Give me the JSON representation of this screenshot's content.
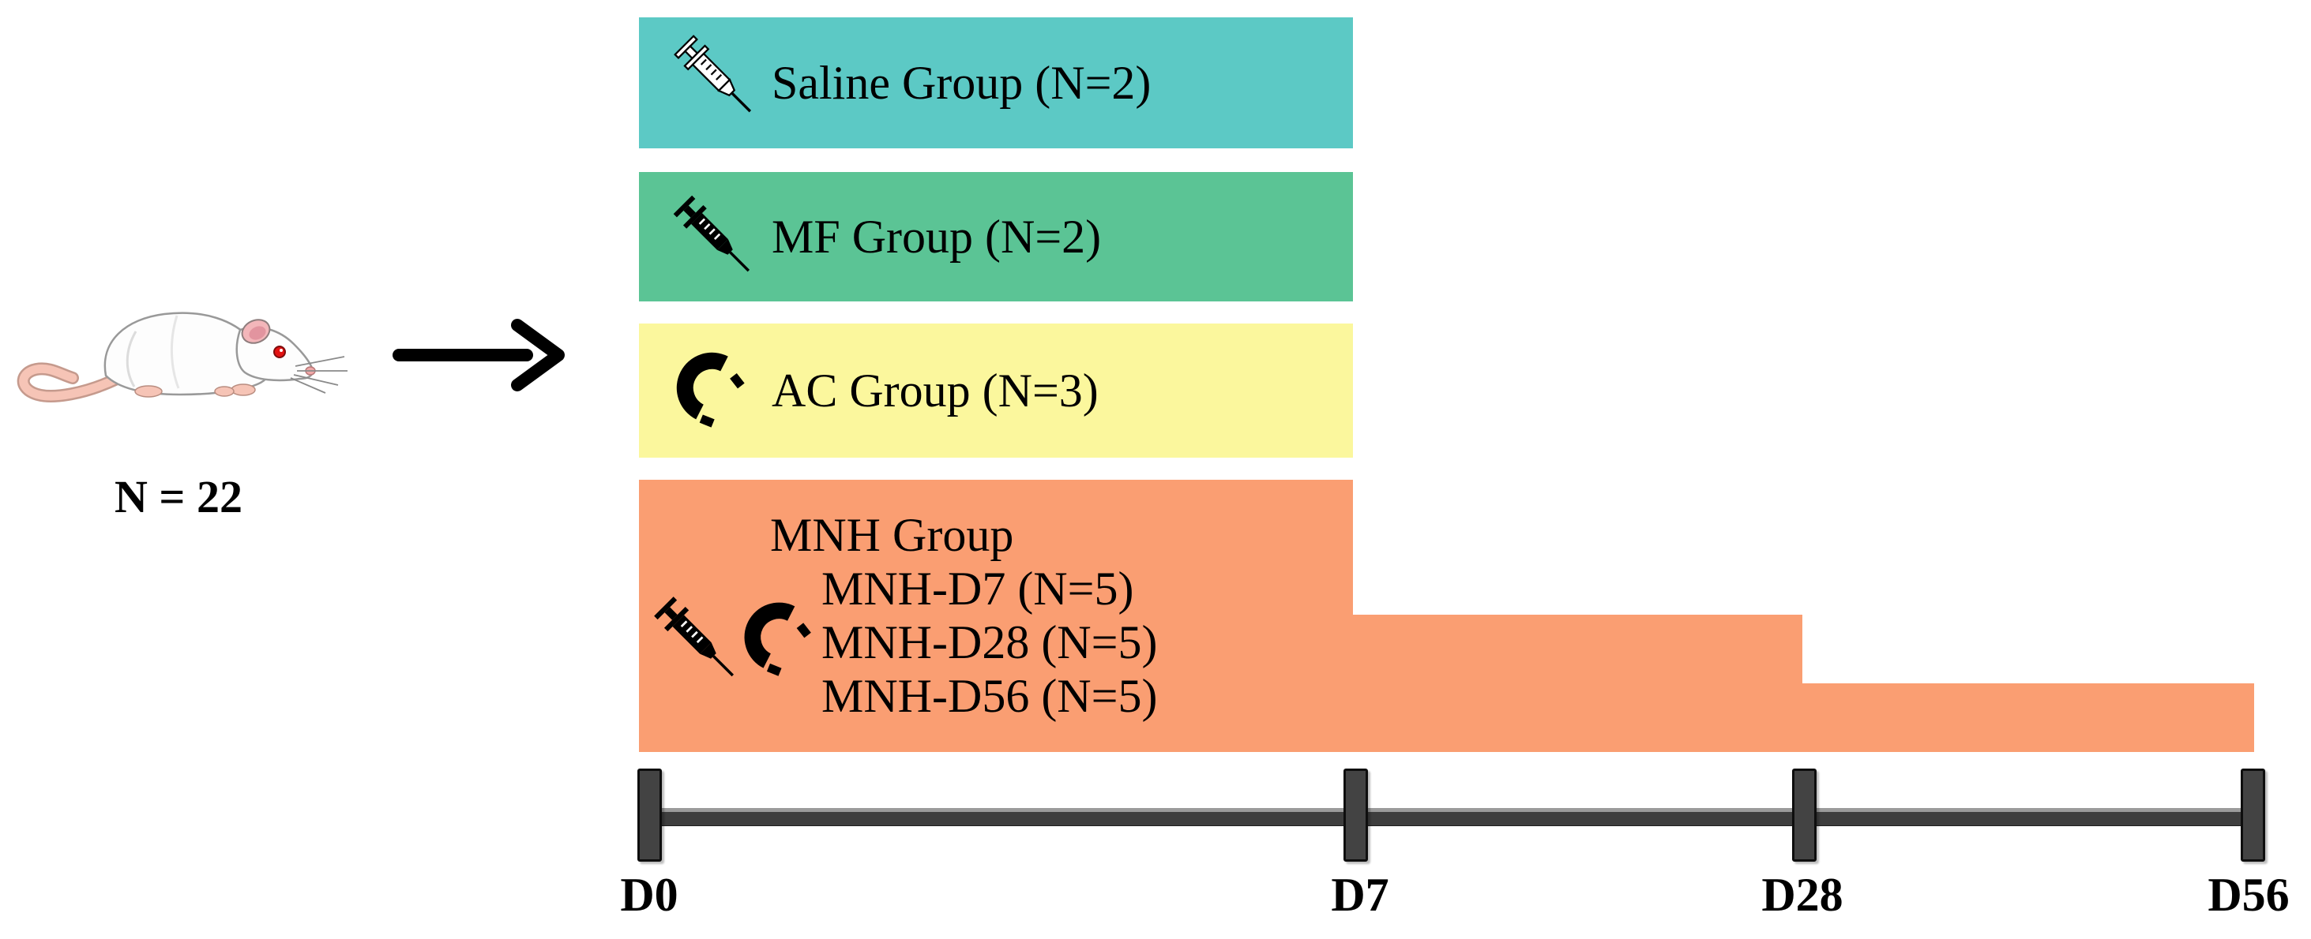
{
  "figure": {
    "population_label": "N = 22",
    "arrow_color": "#000000",
    "groups": [
      {
        "name": "Saline",
        "label": "Saline Group (N=2)",
        "color": "#5cc9c5",
        "icons": [
          "syringe-outline-icon"
        ]
      },
      {
        "name": "MF",
        "label": "MF Group (N=2)",
        "color": "#5bc495",
        "icons": [
          "syringe-solid-icon"
        ]
      },
      {
        "name": "AC",
        "label": "AC Group (N=3)",
        "color": "#fbf79d",
        "icons": [
          "magnet-icon"
        ]
      },
      {
        "name": "MNH",
        "label": "MNH Group",
        "color": "#fa9e72",
        "icons": [
          "syringe-solid-icon",
          "magnet-icon"
        ],
        "subgroups": [
          {
            "label": "MNH-D7 (N=5)"
          },
          {
            "label": "MNH-D28 (N=5)"
          },
          {
            "label": "MNH-D56 (N=5)"
          }
        ]
      }
    ],
    "timeline": {
      "bar_color": "#3e3e3e",
      "tick_color": "#434343",
      "tick_labels": [
        "D0",
        "D7",
        "D28",
        "D56"
      ]
    }
  }
}
